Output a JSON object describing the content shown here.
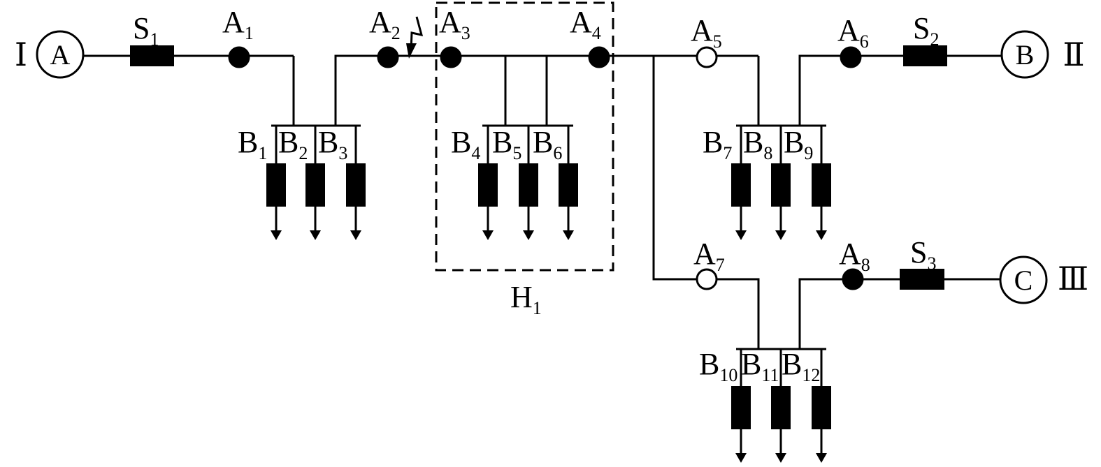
{
  "sources": [
    {
      "id": "src_A",
      "letter": "A",
      "roman": "Ⅰ"
    },
    {
      "id": "src_B",
      "letter": "B",
      "roman": "Ⅱ"
    },
    {
      "id": "src_C",
      "letter": "C",
      "roman": "Ⅲ"
    }
  ],
  "switches": [
    {
      "id": "S1",
      "main": "S",
      "sub": "1"
    },
    {
      "id": "S2",
      "main": "S",
      "sub": "2"
    },
    {
      "id": "S3",
      "main": "S",
      "sub": "3"
    }
  ],
  "breakers": [
    {
      "id": "A1",
      "main": "A",
      "sub": "1",
      "state": "closed"
    },
    {
      "id": "A2",
      "main": "A",
      "sub": "2",
      "state": "closed"
    },
    {
      "id": "A3",
      "main": "A",
      "sub": "3",
      "state": "closed"
    },
    {
      "id": "A4",
      "main": "A",
      "sub": "4",
      "state": "closed"
    },
    {
      "id": "A5",
      "main": "A",
      "sub": "5",
      "state": "open"
    },
    {
      "id": "A6",
      "main": "A",
      "sub": "6",
      "state": "closed"
    },
    {
      "id": "A7",
      "main": "A",
      "sub": "7",
      "state": "open"
    },
    {
      "id": "A8",
      "main": "A",
      "sub": "8",
      "state": "closed"
    }
  ],
  "loads": [
    {
      "id": "B1",
      "main": "B",
      "sub": "1"
    },
    {
      "id": "B2",
      "main": "B",
      "sub": "2"
    },
    {
      "id": "B3",
      "main": "B",
      "sub": "3"
    },
    {
      "id": "B4",
      "main": "B",
      "sub": "4"
    },
    {
      "id": "B5",
      "main": "B",
      "sub": "5"
    },
    {
      "id": "B6",
      "main": "B",
      "sub": "6"
    },
    {
      "id": "B7",
      "main": "B",
      "sub": "7"
    },
    {
      "id": "B8",
      "main": "B",
      "sub": "8"
    },
    {
      "id": "B9",
      "main": "B",
      "sub": "9"
    },
    {
      "id": "B10",
      "main": "B",
      "sub": "10"
    },
    {
      "id": "B11",
      "main": "B",
      "sub": "11"
    },
    {
      "id": "B12",
      "main": "B",
      "sub": "12"
    }
  ],
  "region": {
    "main": "H",
    "sub": "1"
  },
  "fault_location": "A2-A3",
  "colors": {
    "line": "#000000",
    "background": "#ffffff"
  }
}
